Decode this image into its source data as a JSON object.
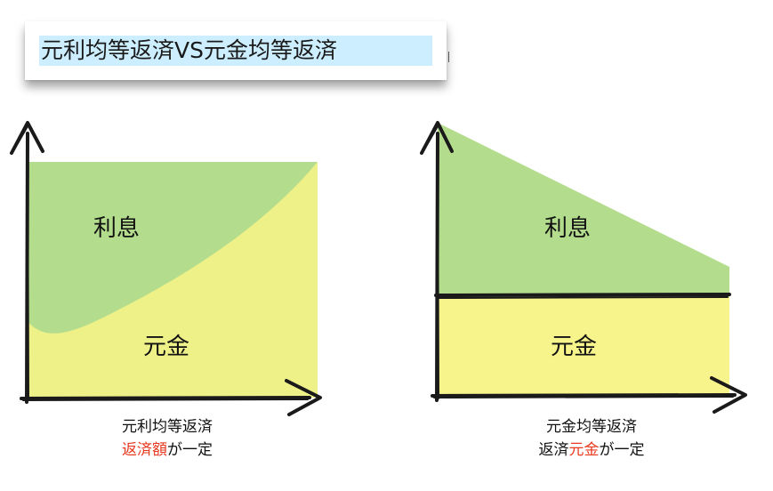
{
  "title": "元利均等返済VS元金均等返済",
  "colors": {
    "interest": "#b3dd8d",
    "principal_left": "#eef088",
    "principal_right": "#f8f48c",
    "highlight": "#e8391e",
    "title_highlight": "#cdeeff"
  },
  "left_panel": {
    "interest_label": "利息",
    "principal_label": "元金",
    "caption_line1": "元利均等返済",
    "caption_line2_highlight": "返済額",
    "caption_line2_rest": "が一定"
  },
  "right_panel": {
    "interest_label": "利息",
    "principal_label": "元金",
    "caption_line1": "元金均等返済",
    "caption_line2_prefix": "返済",
    "caption_line2_highlight": "元金",
    "caption_line2_rest": "が一定"
  }
}
